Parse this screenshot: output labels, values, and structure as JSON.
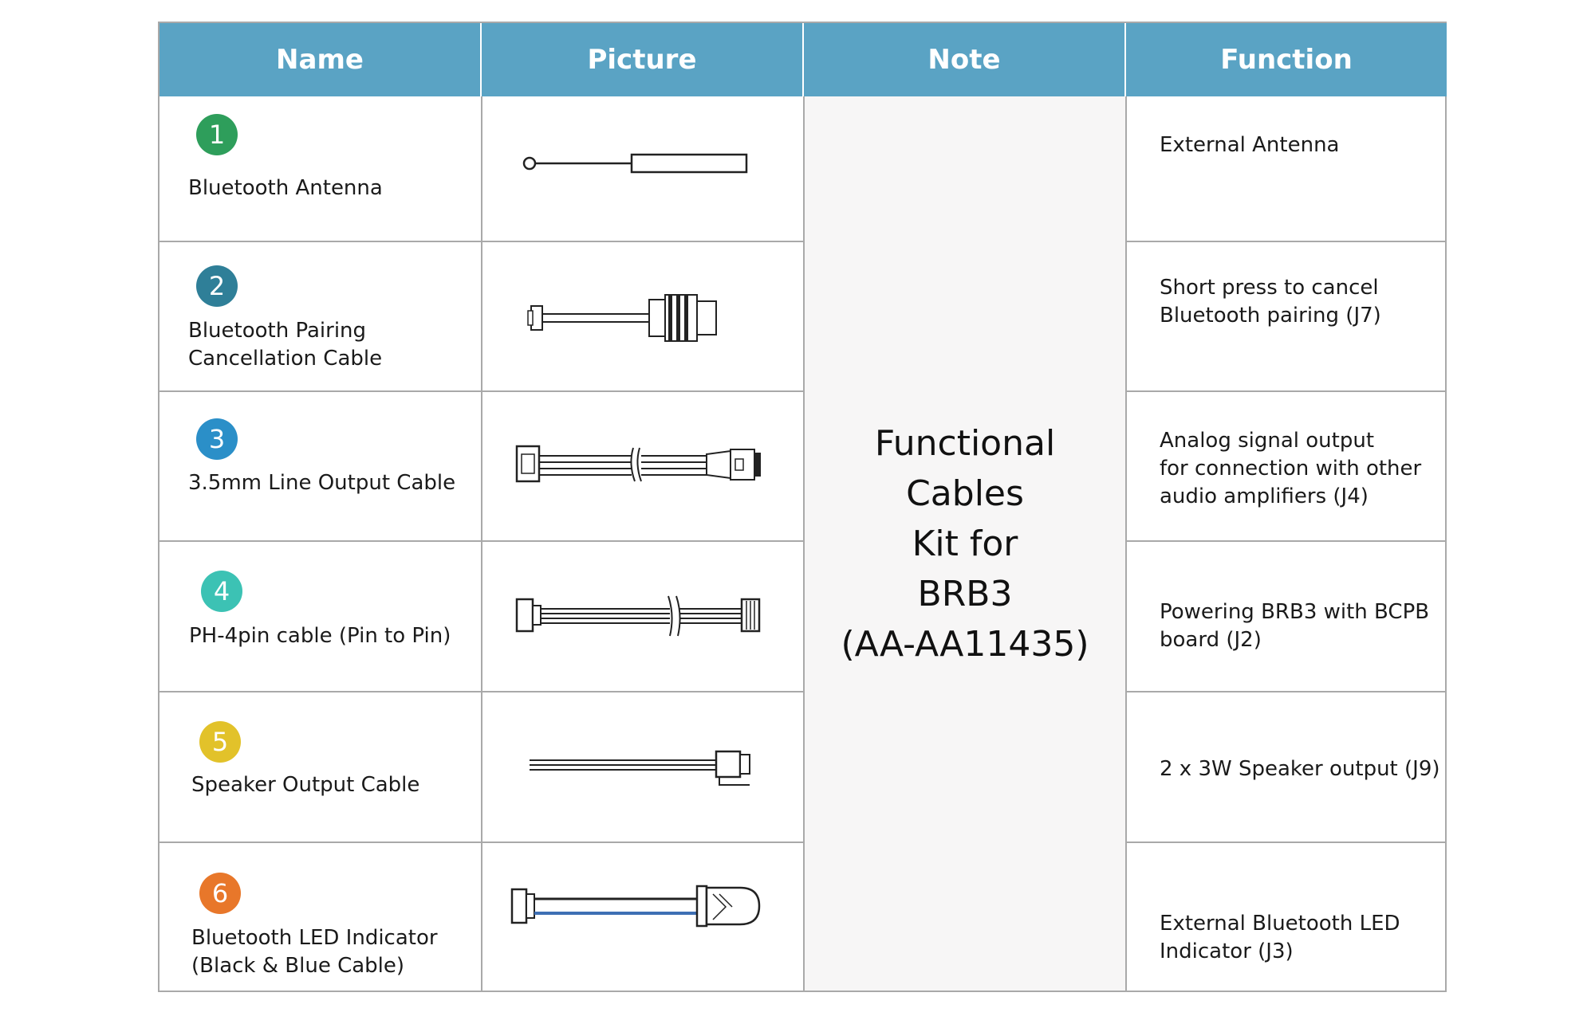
{
  "headers": {
    "name": "Name",
    "picture": "Picture",
    "note": "Note",
    "function": "Function"
  },
  "note": {
    "line1": "Functional",
    "line2": "Cables",
    "line3": "Kit for",
    "line4": "BRB3",
    "line5": "(AA-AA11435)"
  },
  "rows": [
    {
      "number": "1",
      "color": "#2e9e5b",
      "name": "Bluetooth Antenna",
      "function": "External Antenna"
    },
    {
      "number": "2",
      "color": "#2f7f98",
      "name": "Bluetooth Pairing\nCancellation Cable",
      "function": "Short press to cancel\nBluetooth pairing (J7)"
    },
    {
      "number": "3",
      "color": "#2b8fc8",
      "name": "3.5mm Line Output Cable",
      "function": "Analog signal output\nfor connection with other\naudio amplifiers (J4)"
    },
    {
      "number": "4",
      "color": "#3cc2b4",
      "name": "PH-4pin cable (Pin to Pin)",
      "function": "Powering BRB3 with BCPB\nboard (J2)"
    },
    {
      "number": "5",
      "color": "#e2c22a",
      "name": "Speaker Output Cable",
      "function": "2 x 3W Speaker output (J9)"
    },
    {
      "number": "6",
      "color": "#e8772a",
      "name": "Bluetooth LED Indicator\n(Black & Blue Cable)",
      "function": "External Bluetooth LED\nIndicator (J3)"
    }
  ]
}
